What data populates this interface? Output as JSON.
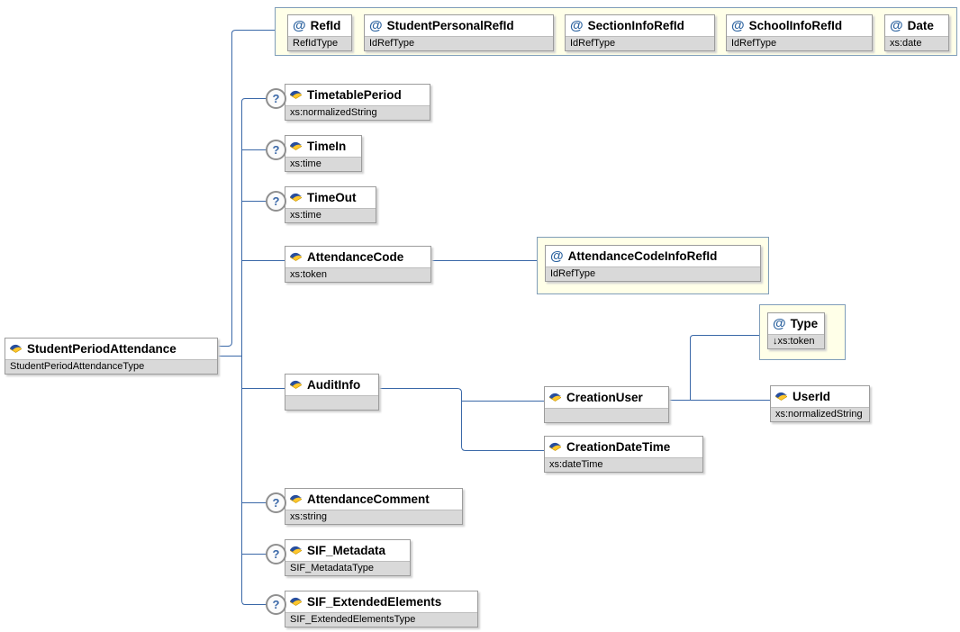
{
  "symbols": {
    "attribute_marker": "@",
    "optional_marker": "?"
  },
  "colors": {
    "connector": "#3A68A8",
    "container_bg": "#FFFFE8",
    "container_border": "#7F9DB9",
    "node_border": "#9C9C9C",
    "type_row_bg": "#D9D9D9",
    "attribute_marker_color": "#2E64A0",
    "element_icon_yellow": "#FFC72C",
    "element_icon_blue": "#274E9E"
  },
  "attribute_row": {
    "items": [
      {
        "name": "RefId",
        "type": "RefIdType"
      },
      {
        "name": "StudentPersonalRefId",
        "type": "IdRefType"
      },
      {
        "name": "SectionInfoRefId",
        "type": "IdRefType"
      },
      {
        "name": "SchoolInfoRefId",
        "type": "IdRefType"
      },
      {
        "name": "Date",
        "type": "xs:date"
      }
    ]
  },
  "root": {
    "name": "StudentPeriodAttendance",
    "type": "StudentPeriodAttendanceType"
  },
  "children": [
    {
      "name": "TimetablePeriod",
      "type": "xs:normalizedString",
      "optional": true
    },
    {
      "name": "TimeIn",
      "type": "xs:time",
      "optional": true
    },
    {
      "name": "TimeOut",
      "type": "xs:time",
      "optional": true
    },
    {
      "name": "AttendanceCode",
      "type": "xs:token",
      "optional": false
    },
    {
      "name": "AuditInfo",
      "type": "",
      "optional": false
    },
    {
      "name": "AttendanceComment",
      "type": "xs:string",
      "optional": true
    },
    {
      "name": "SIF_Metadata",
      "type": "SIF_MetadataType",
      "optional": true
    },
    {
      "name": "SIF_ExtendedElements",
      "type": "SIF_ExtendedElementsType",
      "optional": true
    }
  ],
  "attendance_code_attribute": {
    "name": "AttendanceCodeInfoRefId",
    "type": "IdRefType"
  },
  "audit_info_children": [
    {
      "name": "CreationUser",
      "type": ""
    },
    {
      "name": "CreationDateTime",
      "type": "xs:dateTime"
    }
  ],
  "creation_user_attribute": {
    "name": "Type",
    "type": "↓xs:token"
  },
  "creation_user_children": [
    {
      "name": "UserId",
      "type": "xs:normalizedString"
    }
  ]
}
